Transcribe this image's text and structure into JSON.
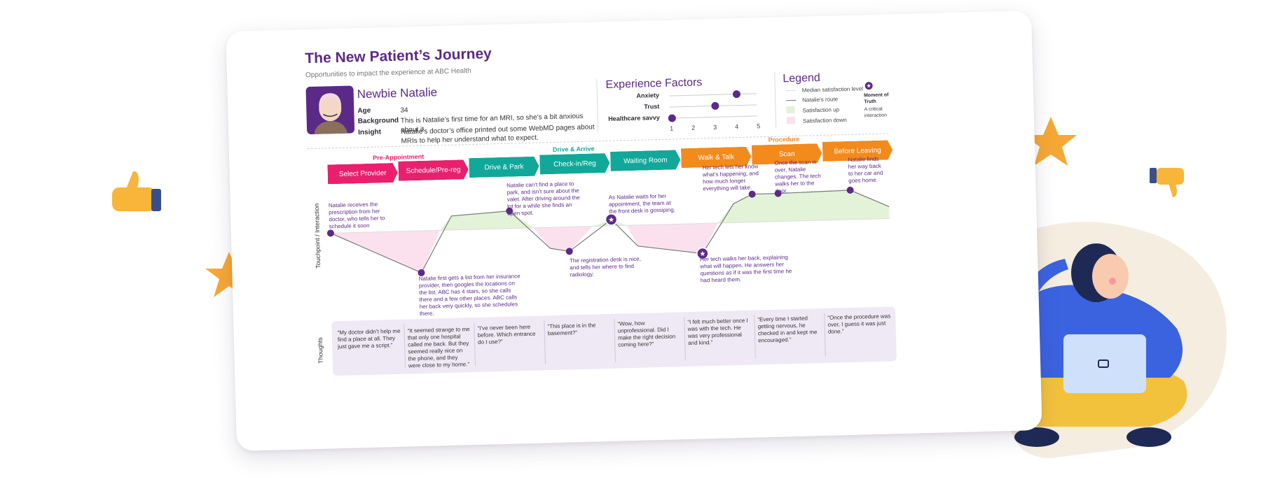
{
  "journey": {
    "title": "The New Patient’s Journey",
    "subtitle": "Opportunities to impact the experience at ABC Health"
  },
  "persona": {
    "name": "Newbie Natalie",
    "fields": [
      {
        "label": "Age",
        "value": "34"
      },
      {
        "label": "Background",
        "value": "This is Natalie’s first time for an MRI, so she’s a bit anxious about it."
      },
      {
        "label": "Insight",
        "value": "Natalie’s doctor’s office printed out some WebMD pages about MRIs to help her understand what to expect."
      }
    ]
  },
  "experience_factors": {
    "title": "Experience Factors",
    "scale": [
      "1",
      "2",
      "3",
      "4",
      "5"
    ],
    "factors": [
      {
        "label": "Anxiety",
        "level": 4
      },
      {
        "label": "Trust",
        "level": 3
      },
      {
        "label": "Healthcare savvy",
        "level": 1
      }
    ]
  },
  "legend": {
    "title": "Legend",
    "items": [
      "Median satisfaction level",
      "Natalie’s route",
      "Satisfaction up",
      "Satisfaction down"
    ],
    "moment": {
      "title": "Moment of Truth",
      "desc": "A critical interaction"
    }
  },
  "phases": [
    "Pre-Appointment",
    "Drive & Arrive",
    "Procedure"
  ],
  "stages": [
    "Select Provider",
    "Schedule/Pre-reg",
    "Drive & Park",
    "Check-in/Reg",
    "Waiting Room",
    "Walk & Talk",
    "Scan",
    "Before Leaving"
  ],
  "axis_labels": {
    "touchpoint": "Touchpoint / Interaction",
    "thoughts": "Thoughts"
  },
  "notes": [
    "Natalie receives the prescription from her doctor, who tells her to schedule it soon",
    "Natalie first gets a list from her insurance provider, then googles the locations on the list. ABC has 4 stars, so she calls there and a few other places. ABC calls her back very quickly, so she schedules there.",
    "Natalie can’t find a place to park, and isn’t sure about the valet. After driving around the lot for a while she finds an open spot.",
    "The registration desk is nice, and tells her where to find radiology.",
    "As Natalie waits for her appointment, the team at the front desk is gossiping.",
    "Her tech walks her back, explaining what will happen. He answers her questions as if it was the first time he had heard them.",
    "Her tech lets her know what’s happening, and how much longer everything will take.",
    "Once the scan is over, Natalie changes. The tech walks her to the door.",
    "Natalie finds her way back to her car and goes home."
  ],
  "thoughts": [
    "“My doctor didn’t help me find a place at all. They just gave me a script.”",
    "“It seemed strange to me that only one hospital called me back. But they seemed really nice on the phone, and they were close to my home.”",
    "“I’ve never been here before. Which entrance do I use?”",
    "“This place is in the basement?”",
    "“Wow, how unprofessional. Did I make the right decision coming here?”",
    "“I felt much better once I was with the tech. He was very professional and kind.”",
    "“Every time I started getting nervous, he checked in and kept me encouraged.”",
    "“Once the procedure was over, I guess it was just done.”"
  ],
  "colors": {
    "purple": "#5b2a86",
    "pink": "#e8206e",
    "teal": "#11a89a",
    "orange": "#f28a1c",
    "sat_up": "#e2f3d8",
    "sat_down": "#fbe1ee"
  }
}
